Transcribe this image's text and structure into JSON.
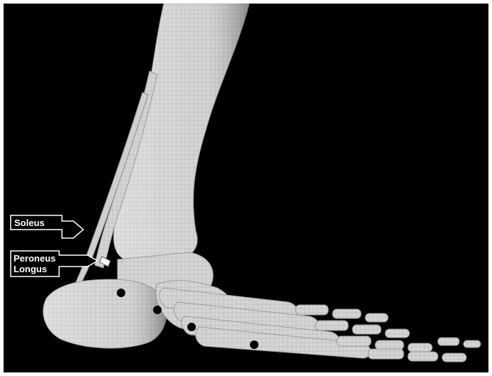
{
  "figure": {
    "labels": {
      "soleus": "Soleus",
      "peroneus_line1": "Peroneus",
      "peroneus_line2": "Longus"
    },
    "colors": {
      "background": "#000000",
      "bone": "#d9d9d9",
      "bone_shadow": "#8c8c8c",
      "marker": "#000000",
      "label_fill": "#000000",
      "label_stroke": "#ffffff"
    }
  }
}
